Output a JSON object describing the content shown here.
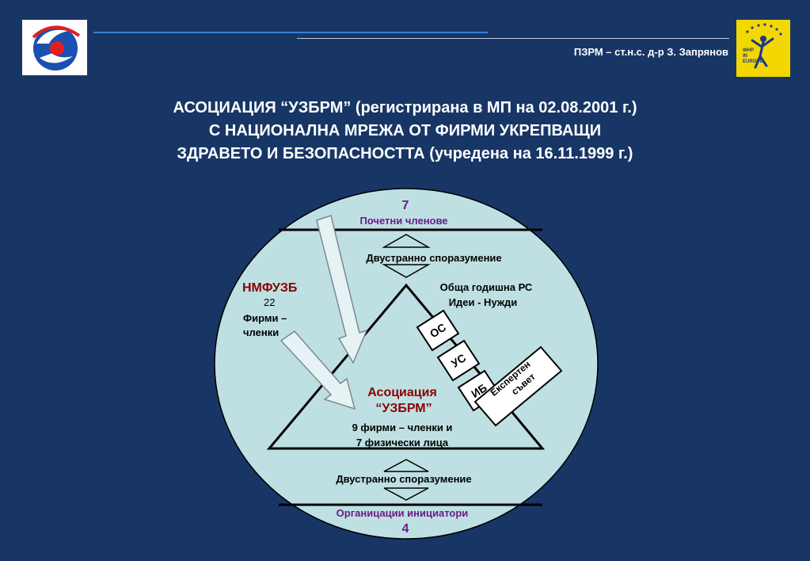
{
  "header": {
    "author": "ПЗРМ – ст.н.с. д-р З. Запрянов",
    "right_logo_text": "WHP IN EUROPE"
  },
  "title": {
    "line1": "АСОЦИАЦИЯ “УЗБРМ” (регистрирана в МП на 02.08.2001 г.)",
    "line2": "С  НАЦИОНАЛНА МРЕЖА ОТ ФИРМИ УКРЕПВАЩИ",
    "line3": "ЗДРАВЕТО И БЕЗОПАСНОСТТА (учредена на 16.11.1999 г.)"
  },
  "diagram": {
    "top_count": "7",
    "top_label": "Почетни членове",
    "agreement_top": "Двустранно споразумение",
    "nmfuzb_title": "НМФУЗБ",
    "nmfuzb_count": "22",
    "nmfuzb_line1": "Фирми –",
    "nmfuzb_line2": "членки",
    "annual_line1": "Обща годишна РС",
    "annual_line2": "Идеи  - Нужди",
    "box_os": "ОС",
    "box_us": "УС",
    "box_ib": "ИБ",
    "expert_line1": "Експертен",
    "expert_line2": "съвет",
    "assoc_line1": "Асоциация",
    "assoc_line2": "“УЗБРМ”",
    "members_line1": "9 фирми – членки и",
    "members_line2": "7 физически лица",
    "agreement_bottom": "Двустранно споразумение",
    "bottom_label": "Органицации инициатори",
    "bottom_count": "4"
  },
  "colors": {
    "background": "#173666",
    "ellipse": "#bfe0e2",
    "dark_red": "#8b0000",
    "purple": "#6a1a8a"
  }
}
